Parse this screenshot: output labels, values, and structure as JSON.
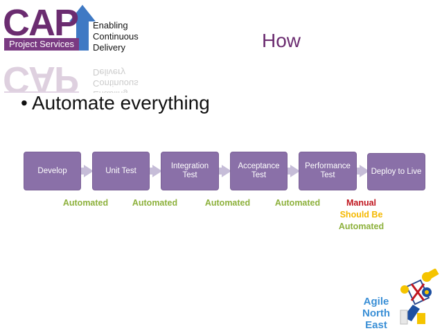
{
  "logo": {
    "brand": "CAP",
    "band": "Project Services",
    "tagline": [
      "Enabling",
      "Continuous",
      "Delivery"
    ]
  },
  "title": "How",
  "bullet": "Automate everything",
  "steps": [
    {
      "label_1": "Develop",
      "label_2": "",
      "status": "Automated"
    },
    {
      "label_1": "Unit Test",
      "label_2": "",
      "status": "Automated"
    },
    {
      "label_1": "Integration",
      "label_2": "Test",
      "status": "Automated"
    },
    {
      "label_1": "Acceptance",
      "label_2": "Test",
      "status": "Automated"
    },
    {
      "label_1": "Performance",
      "label_2": "Test",
      "status_lines": [
        "Manual",
        "Should Be",
        "Automated"
      ]
    },
    {
      "label_1": "Deploy to Live",
      "label_2": ""
    }
  ],
  "colors": {
    "accent": "#6b2c70",
    "step": "#8a70a8",
    "automated": "#8db13c",
    "manual": "#c0161f",
    "should_be": "#f5b800",
    "agile": "#3a8fd6"
  },
  "mascot": {
    "lines": [
      "Agile",
      "North",
      "East"
    ]
  }
}
